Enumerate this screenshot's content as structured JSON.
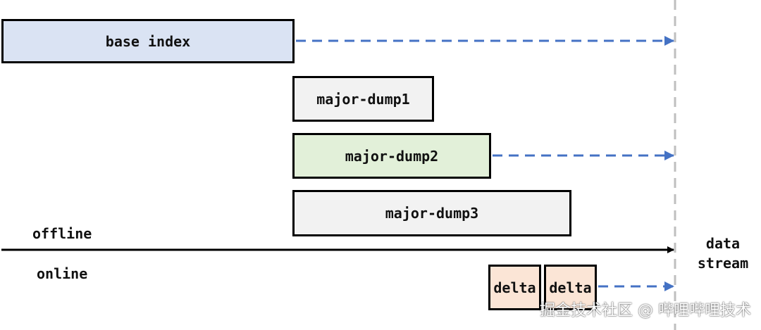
{
  "boxes": {
    "base_index": {
      "label": "base index",
      "fill": "#dae3f3"
    },
    "major_dump1": {
      "label": "major-dump1",
      "fill": "#f2f2f2"
    },
    "major_dump2": {
      "label": "major-dump2",
      "fill": "#e2f0d9"
    },
    "major_dump3": {
      "label": "major-dump3",
      "fill": "#f2f2f2"
    },
    "delta1": {
      "label": "delta",
      "fill": "#fbe5d6"
    },
    "delta2": {
      "label": "delta",
      "fill": "#fbe5d6"
    }
  },
  "labels": {
    "offline": "offline",
    "online": "online",
    "data_stream_line1": "data",
    "data_stream_line2": "stream"
  },
  "watermark": "掘金技术社区 @ 哔哩哔哩技术",
  "colors": {
    "dashed_arrow": "#4472c4",
    "timeline": "#000000",
    "cutoff_line": "#bfbfbf"
  }
}
